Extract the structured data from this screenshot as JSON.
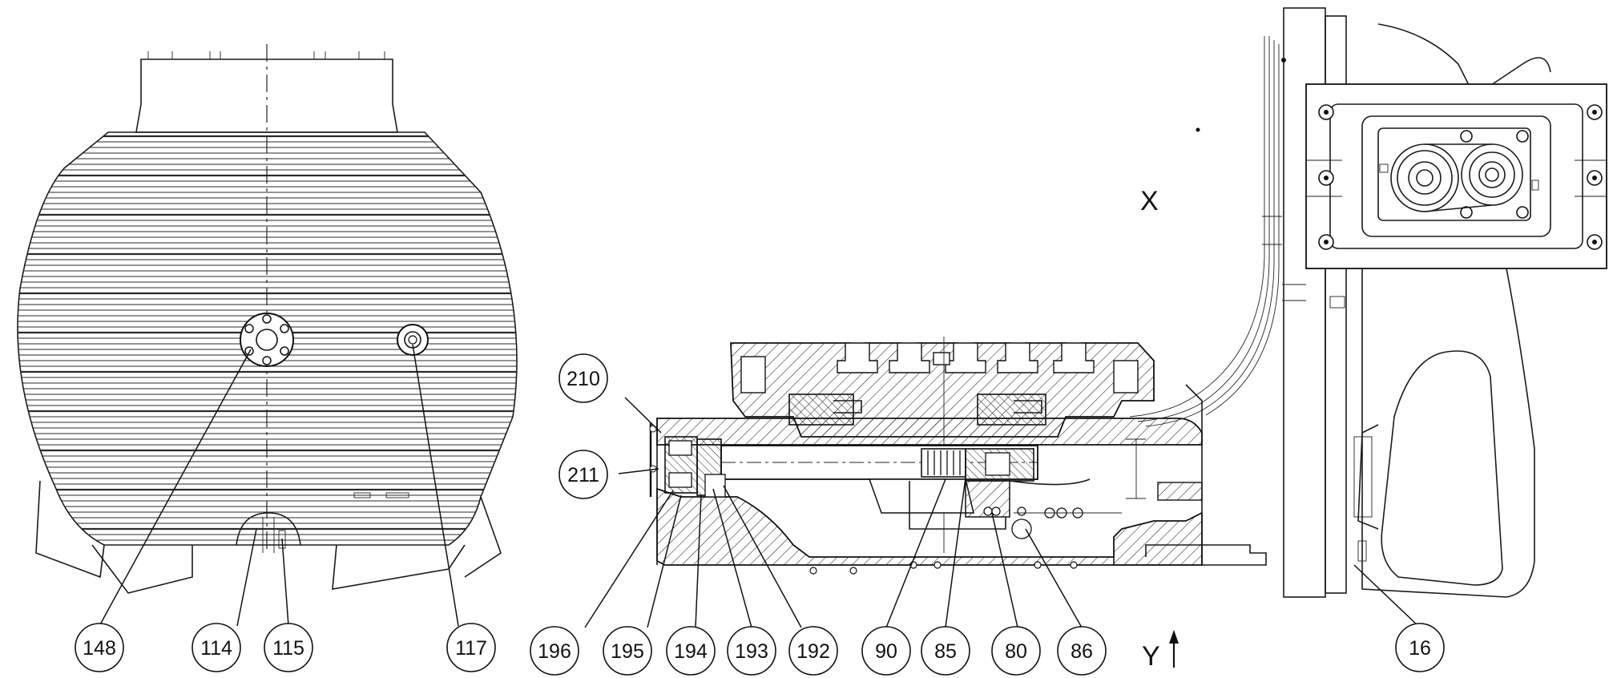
{
  "view_labels": {
    "x_label": "X",
    "y_label": "Y"
  },
  "callouts": [
    {
      "id": "148",
      "label": "148"
    },
    {
      "id": "114",
      "label": "114"
    },
    {
      "id": "115",
      "label": "115"
    },
    {
      "id": "117",
      "label": "117"
    },
    {
      "id": "210",
      "label": "210"
    },
    {
      "id": "211",
      "label": "211"
    },
    {
      "id": "196",
      "label": "196"
    },
    {
      "id": "195",
      "label": "195"
    },
    {
      "id": "194",
      "label": "194"
    },
    {
      "id": "193",
      "label": "193"
    },
    {
      "id": "192",
      "label": "192"
    },
    {
      "id": "90",
      "label": "90"
    },
    {
      "id": "85",
      "label": "85"
    },
    {
      "id": "80",
      "label": "80"
    },
    {
      "id": "86",
      "label": "86"
    },
    {
      "id": "16",
      "label": "16"
    }
  ]
}
